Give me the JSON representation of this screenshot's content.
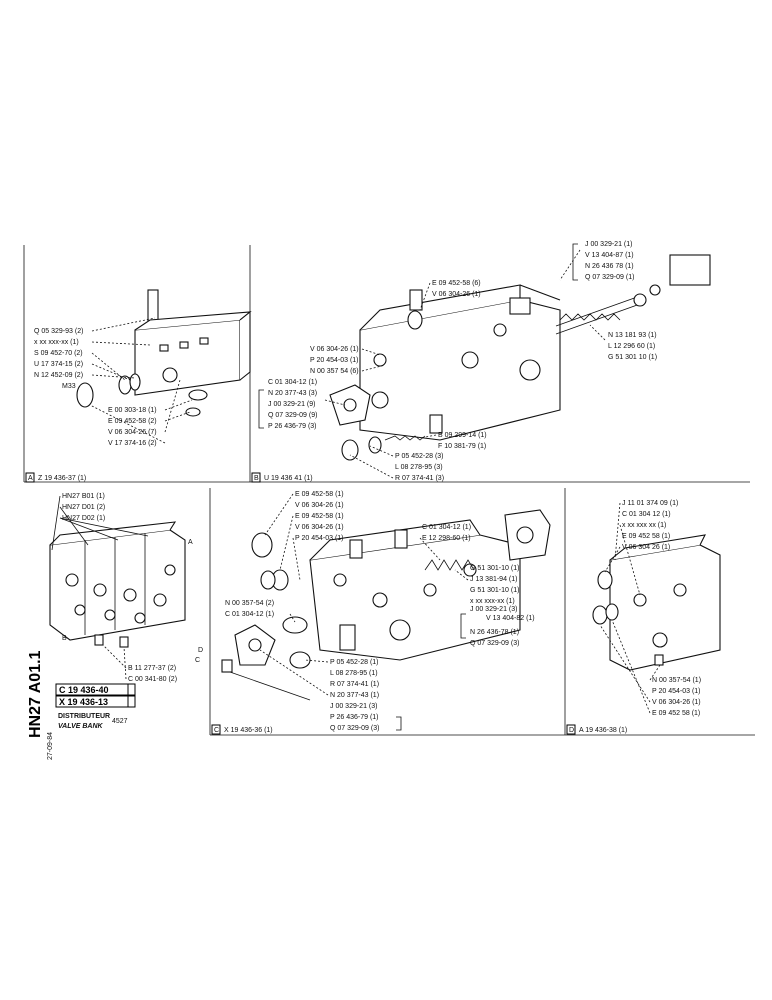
{
  "sheet": {
    "vertical_code": "HN27 A01.1",
    "date": "27-09-84",
    "code_1": "C 19 436-40",
    "code_2": "X 19 436-13",
    "designation_fr": "DISTRIBUTEUR",
    "designation_en": "VALVE BANK",
    "number": "4527"
  },
  "panel_a": {
    "letter": "A",
    "ref": "Z 19 436-37 (1)",
    "labels": [
      "Q 05 329-93 (2)",
      "x xx xxx-xx (1)",
      "S 09 452-70 (2)",
      "U 17 374-15 (2)",
      "N 12 452-09 (2)",
      "M33",
      "E 00 303-18 (1)",
      "E 09 452-58 (2)",
      "V 06 304-26 (7)",
      "V 17 374-16 (2)"
    ]
  },
  "panel_b": {
    "letter": "B",
    "ref": "U 19 436 41 (1)",
    "labels_top": [
      "E 09 452-58 (6)",
      "V 06 304-26 (1)"
    ],
    "labels_right": [
      "J 00 329-21 (1)",
      "V 13 404-87 (1)",
      "N 26 436 78 (1)",
      "Q 07 329-09 (1)"
    ],
    "labels_far_right": [
      "N 13 181 93 (1)",
      "L 12 296 60 (1)",
      "G 51 301 10 (1)"
    ],
    "labels_left": [
      "V 06 304-26 (1)",
      "P 20 454-03 (1)",
      "N 00 357 54 (6)",
      "C 01 304-12 (1)",
      "N 20 377-43 (3)",
      "J 00 329-21 (9)",
      "Q 07 329-09 (9)",
      "P 26 436-79 (3)"
    ],
    "labels_bottom": [
      "B 09 299-14 (1)",
      "F 10 381-79 (1)",
      "P 05 452-28 (3)",
      "L 08 278-95 (3)",
      "R 07 374-41 (3)"
    ]
  },
  "overview": {
    "labels": [
      "HN27 B01 (1)",
      "HN27 D01 (2)",
      "HN27 D02 (1)"
    ],
    "letters": [
      "A",
      "B",
      "C",
      "D"
    ],
    "parts": [
      "B 11 277-37 (2)",
      "C 00 341-80 (2)"
    ]
  },
  "panel_c": {
    "letter": "C",
    "ref": "X 19 436-36 (1)",
    "labels_left": [
      "E 09 452-58 (1)",
      "V 06 304-26 (1)",
      "E 09 452-58 (1)",
      "V 06 304-26 (1)",
      "P 20 454-03 (1)",
      "N 00 357-54 (2)",
      "C 01 304-12 (1)"
    ],
    "labels_right": [
      "C 01 304-12 (1)",
      "E 12 298-60 (1)",
      "G 51 301-10 (1)",
      "J 13 381-94 (1)",
      "G 51 301-10 (1)",
      "V 13 404-82 (1)",
      "x xx xxx-xx (1)",
      "J 00 329-21 (3)",
      "N 26 436-78 (1)",
      "Q 07 329-09 (3)"
    ],
    "labels_bottom": [
      "P 05 452-28 (1)",
      "L 08 278-95 (1)",
      "R 07 374-41 (1)",
      "N 20 377-43 (1)",
      "J 00 329-21 (3)",
      "P 26 436-79 (1)",
      "Q 07 329-09 (3)"
    ]
  },
  "panel_d": {
    "letter": "D",
    "ref": "A 19 436-38 (1)",
    "labels_top": [
      "J 11 01 374 09 (1)",
      "C 01 304 12 (1)",
      "x xx xxx xx (1)",
      "E 09 452 58 (1)",
      "V 06 304 26 (1)"
    ],
    "labels_bottom": [
      "N 00 357-54 (1)",
      "P 20 454-03 (1)",
      "V 06 304-26 (1)",
      "E 09 452 58 (1)"
    ]
  }
}
